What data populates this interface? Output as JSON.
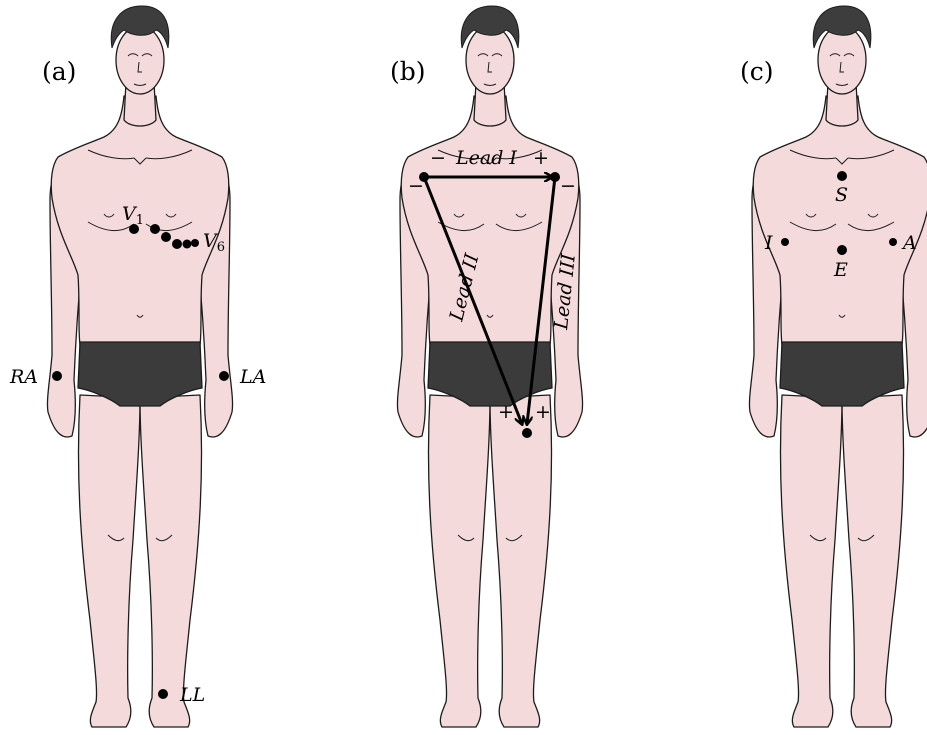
{
  "colors": {
    "skin": "#f4dadb",
    "hair": "#3d3d3d",
    "shorts": "#3b3b3b",
    "ink": "#000000"
  },
  "panels": [
    {
      "label": "(a)",
      "electrodes": {
        "ra": "RA",
        "la": "LA",
        "ll": "LL",
        "v1": "V",
        "v1_sub": "1",
        "v6": "V",
        "v6_sub": "6"
      }
    },
    {
      "label": "(b)",
      "leads": {
        "lead_i": "Lead I",
        "lead_ii": "Lead II",
        "lead_iii": "Lead III",
        "minus": "−",
        "plus": "+"
      }
    },
    {
      "label": "(c)",
      "electrodes": {
        "s": "S",
        "e": "E",
        "i": "I",
        "a": "A"
      }
    }
  ]
}
